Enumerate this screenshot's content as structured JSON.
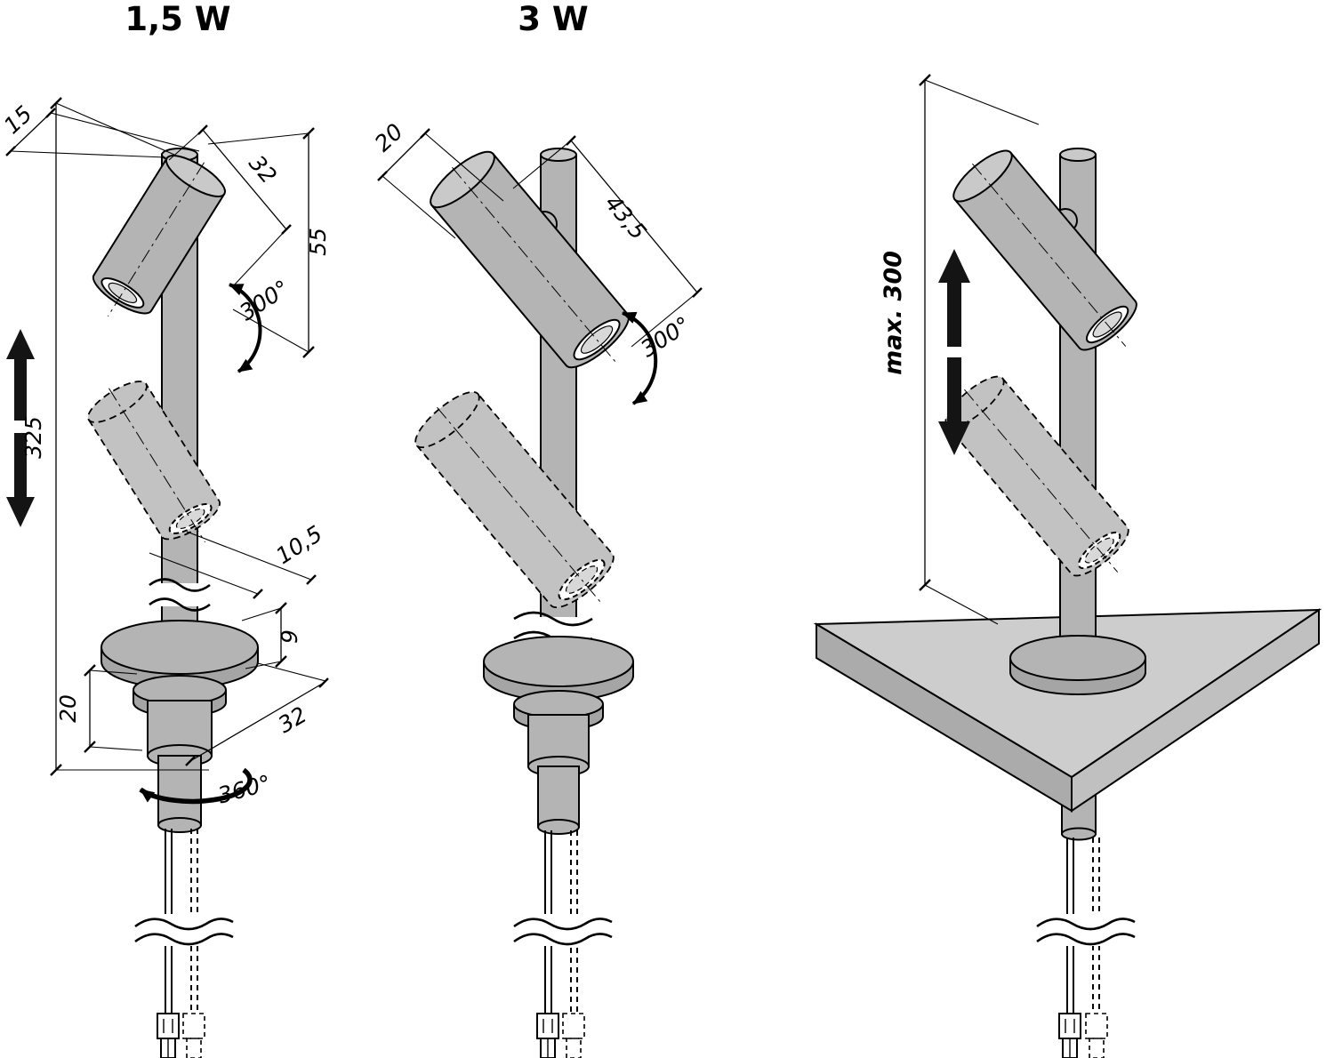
{
  "figures": {
    "fig1": {
      "title": "1,5 W",
      "dims": {
        "width_top": "15",
        "head_len": "32",
        "head_section": "55",
        "pole_height": "325",
        "swivel": "300°",
        "lens_offset": "10,5",
        "plate_thickness": "9",
        "mount_depth": "20",
        "plate_dia": "32",
        "rotation": "360°"
      }
    },
    "fig2": {
      "title": "3 W",
      "dims": {
        "width_top": "20",
        "head_len": "43,5",
        "swivel": "300°"
      }
    },
    "fig3": {
      "dims": {
        "max_height": "max. 300"
      }
    }
  },
  "colors": {
    "metal": "#b4b4b4",
    "metal_light": "#c9c9c9",
    "panel_top": "#cdcdcd",
    "panel_side_left": "#ababab",
    "panel_side_right": "#c0c0c0",
    "arrow_black": "#141414",
    "lens_white": "#ffffff"
  }
}
